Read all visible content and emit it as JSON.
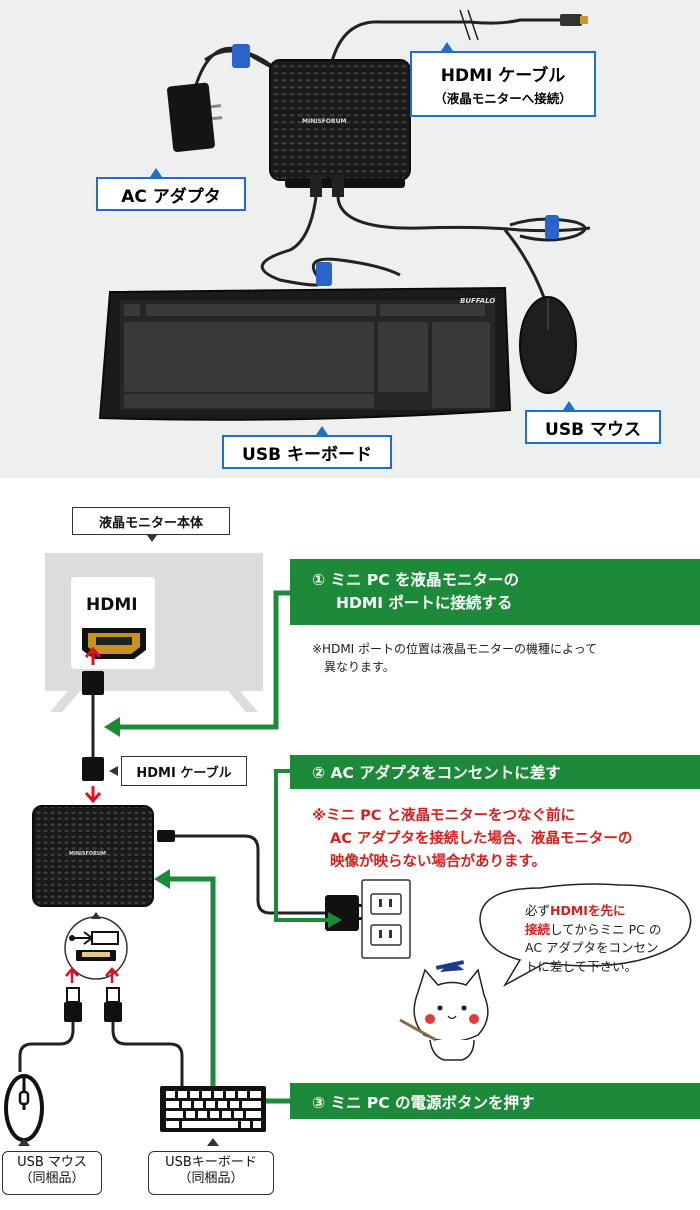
{
  "photo": {
    "callouts": {
      "hdmi_cable_line1": "HDMI ケーブル",
      "hdmi_cable_line2": "（液晶モニターへ接続）",
      "ac_adapter": "AC アダプタ",
      "usb_mouse": "USB マウス",
      "usb_keyboard": "USB キーボード"
    },
    "device_brand": "MINISFORUM",
    "keyboard_brand": "BUFFALO"
  },
  "diagram": {
    "monitor_label": "液晶モニター本体",
    "hdmi_port_label": "HDMI",
    "hdmi_cable_label": "HDMI ケーブル",
    "pc_brand": "MINISFORUM",
    "usb_mouse_label_line1": "USB マウス",
    "usb_mouse_label_line2": "（同梱品）",
    "usb_keyboard_label_line1": "USBキーボード",
    "usb_keyboard_label_line2": "（同梱品）",
    "steps": [
      {
        "line1": "① ミニ PC を液晶モニターの",
        "line2": "HDMI ポートに接続する"
      },
      {
        "line1": "② AC アダプタをコンセントに差す"
      },
      {
        "line1": "③ ミニ PC の電源ボタンを押す"
      }
    ],
    "note1_line1": "※HDMI ポートの位置は液晶モニターの機種によって",
    "note1_line2": "異なります。",
    "warning_line1": "※ミニ PC と液晶モニターをつなぐ前に",
    "warning_line2": "AC アダプタを接続した場合、液晶モニターの",
    "warning_line3": "映像が映らない場合があります。",
    "bubble": {
      "line1_pre": "必ず",
      "line1_red": "HDMIを先に",
      "line2_red": "接続",
      "line2_post": "してからミニ PC の",
      "line3": "AC アダプタをコンセン",
      "line4": "トに差して下さい。"
    },
    "colors": {
      "step_green": "#1d8a3a",
      "arrow_red": "#e0101e",
      "callout_blue": "#1e6fc9",
      "warning_red": "#d81e1e"
    }
  }
}
